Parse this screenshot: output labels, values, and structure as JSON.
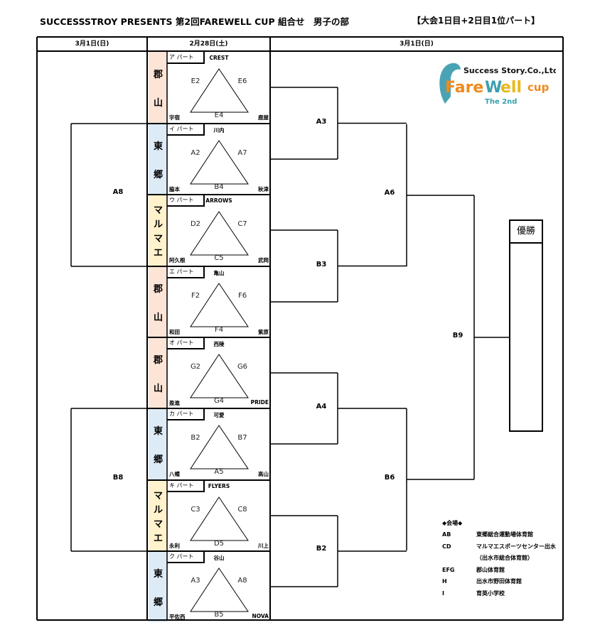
{
  "title": "SUCCESSSTROY PRESENTS  第2回FAREWELL CUP  組合せ　男子の部",
  "subtitle": "【大会1日目+2日目1位パート】",
  "headers": [
    "3月1日(日)",
    "2月28日(土)",
    "3月1日(日)"
  ],
  "logo": {
    "company": "Success Story.Co.,Ltd",
    "name_a": "Fare",
    "name_b": "Well",
    "name_c": "cup",
    "edition": "The 2nd"
  },
  "colors": {
    "koriyama": "#fce4d6",
    "togo": "#ddebf7",
    "marumae": "#fff2cc"
  },
  "groups": [
    {
      "region": "郡山",
      "region_chars": [
        "郡",
        "山"
      ],
      "part": "ア パート",
      "team": "CREST",
      "left": "E2",
      "right": "E6",
      "bottom": "E4",
      "school_left": "宇宿",
      "school_right": "鹿屋",
      "color": "koriyama"
    },
    {
      "region": "東郷",
      "region_chars": [
        "東",
        "郷"
      ],
      "part": "イ パート",
      "team": "川内",
      "left": "A2",
      "right": "A7",
      "bottom": "B4",
      "school_left": "脇本",
      "school_right": "秋津",
      "color": "togo"
    },
    {
      "region": "マルマエ",
      "region_chars": [
        "マ",
        "ル",
        "マ",
        "エ"
      ],
      "part": "ウ パート",
      "team": "ARROWS",
      "left": "D2",
      "right": "C7",
      "bottom": "C5",
      "school_left": "阿久根",
      "school_right": "武岡",
      "color": "marumae"
    },
    {
      "region": "郡山",
      "region_chars": [
        "郡",
        "山"
      ],
      "part": "エ パート",
      "team": "亀山",
      "left": "F2",
      "right": "F6",
      "bottom": "F4",
      "school_left": "和田",
      "school_right": "紫原",
      "color": "koriyama"
    },
    {
      "region": "郡山",
      "region_chars": [
        "郡",
        "山"
      ],
      "part": "オ パート",
      "team": "西陵",
      "left": "G2",
      "right": "G6",
      "bottom": "G4",
      "school_left": "盈進",
      "school_right": "PRIDE",
      "color": "koriyama"
    },
    {
      "region": "東郷",
      "region_chars": [
        "東",
        "郷"
      ],
      "part": "カ パート",
      "team": "可愛",
      "left": "B2",
      "right": "B7",
      "bottom": "A5",
      "school_left": "八幡",
      "school_right": "高山",
      "color": "togo"
    },
    {
      "region": "マルマエ",
      "region_chars": [
        "マ",
        "ル",
        "マ",
        "エ"
      ],
      "part": "キ パート",
      "team": "FLYERS",
      "left": "C3",
      "right": "C8",
      "bottom": "D5",
      "school_left": "永利",
      "school_right": "川上",
      "color": "marumae"
    },
    {
      "region": "東郷",
      "region_chars": [
        "東",
        "郷"
      ],
      "part": "ク パート",
      "team": "谷山",
      "left": "A3",
      "right": "A8",
      "bottom": "B5",
      "school_left": "平佐西",
      "school_right": "NOVA",
      "color": "togo"
    }
  ],
  "bracket": {
    "left_top": "A8",
    "left_bottom": "B8",
    "r1": [
      "A3",
      "B3",
      "A4",
      "B2"
    ],
    "r2": [
      "A6",
      "B6"
    ],
    "final": "B9",
    "winner": "優勝"
  },
  "venue": {
    "heading": "◆会場◆",
    "rows": [
      {
        "code": "AB",
        "name": "東郷総合運動場体育館"
      },
      {
        "code": "CD",
        "name": "マルマエスポーツセンター出水"
      },
      {
        "code": "",
        "name": "（出水市総合体育館）"
      },
      {
        "code": "EFG",
        "name": "郡山体育館"
      },
      {
        "code": "H",
        "name": "出水市野田体育館"
      },
      {
        "code": "I",
        "name": "育英小学校"
      }
    ]
  }
}
